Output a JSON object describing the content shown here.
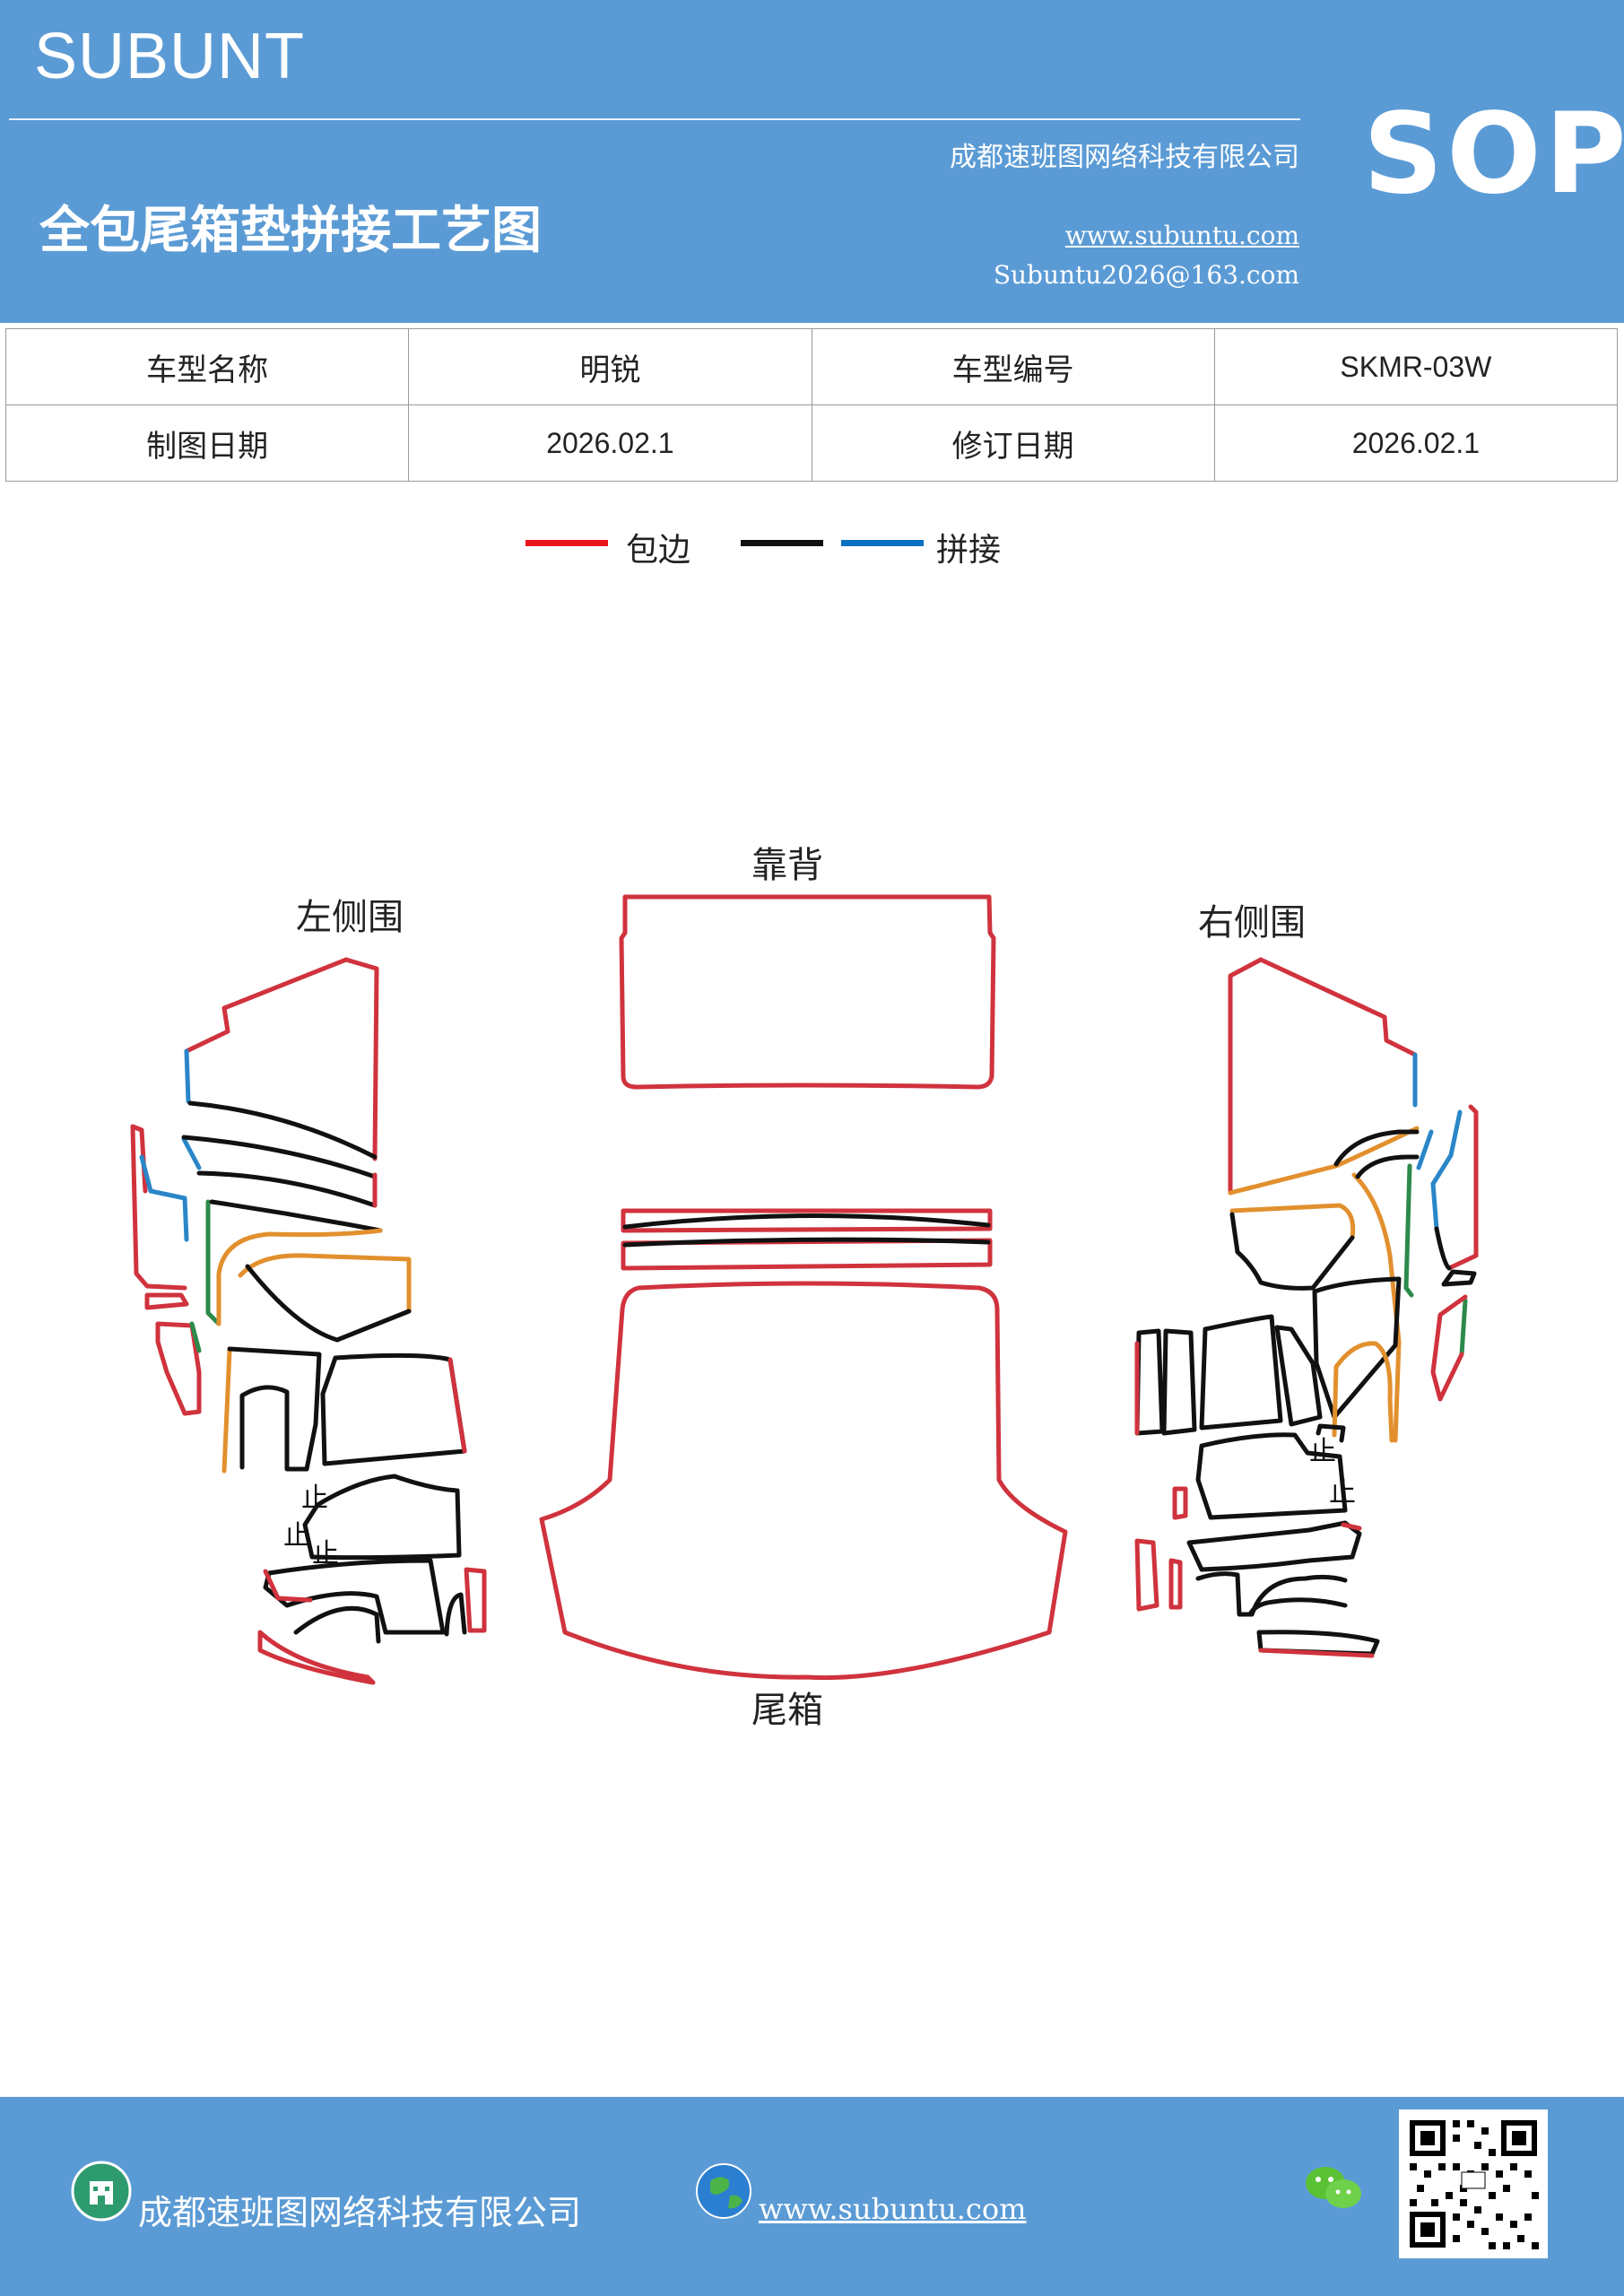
{
  "header": {
    "brand": "SUBUNT",
    "title": "全包尾箱垫拼接工艺图",
    "company": "成都速班图网络科技有限公司",
    "website": "www.subuntu.com",
    "email": "Subuntu2026@163.com",
    "badge": "SOP"
  },
  "info_table": {
    "rows": [
      [
        "车型名称",
        "明锐",
        "车型编号",
        "SKMR-03W"
      ],
      [
        "制图日期",
        "2026.02.1",
        "修订日期",
        "2026.02.1"
      ]
    ]
  },
  "legend": {
    "items": [
      {
        "label": "包边",
        "color": "#e8151b"
      },
      {
        "label": "",
        "color": "#111111"
      },
      {
        "label": "拼接",
        "color": "#0a70c0"
      }
    ]
  },
  "diagram": {
    "labels": {
      "backrest": "靠背",
      "left_side": "左侧围",
      "right_side": "右侧围",
      "trunk": "尾箱",
      "stop_mark": "止"
    },
    "colors": {
      "edge": "#d0333d",
      "seam": "#111111",
      "join_blue": "#2a86c8",
      "join_orange": "#e2902e",
      "join_green": "#2c8a4a"
    }
  },
  "footer": {
    "company": "成都速班图网络科技有限公司",
    "website": "www.subuntu.com",
    "colors": {
      "background": "#5b9bd5"
    }
  }
}
